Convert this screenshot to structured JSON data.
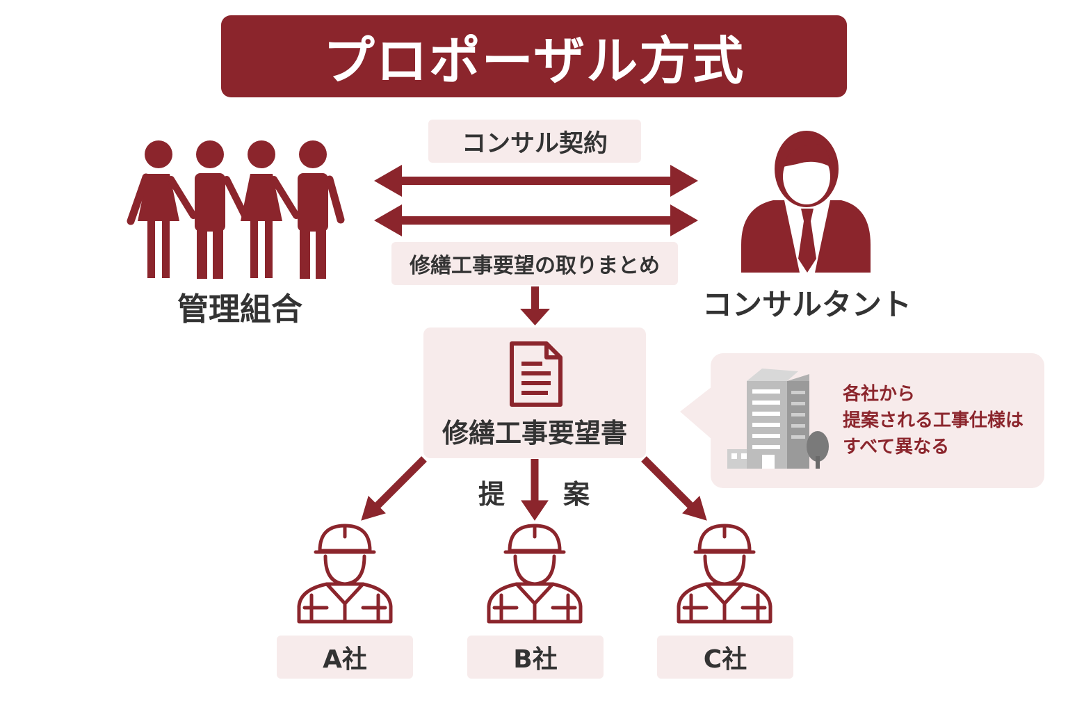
{
  "title": "プロポーザル方式",
  "contract_label": "コンサル契約",
  "request_label": "修繕工事要望の取りまとめ",
  "parties": {
    "left": "管理組合",
    "right": "コンサルタント"
  },
  "document": {
    "label": "修繕工事要望書",
    "icon": "document-icon"
  },
  "proposal_chars": [
    "提",
    "案"
  ],
  "callout": {
    "lines": [
      "各社から",
      "提案される工事仕様は",
      "すべて異なる"
    ],
    "icon": "building-icon"
  },
  "companies": [
    {
      "label": "A社"
    },
    {
      "label": "B社"
    },
    {
      "label": "C社"
    }
  ],
  "colors": {
    "brand": "#8b252c",
    "pill_bg": "#f7ebeb",
    "text": "#333333",
    "building_gray": "#a9a9a9"
  }
}
